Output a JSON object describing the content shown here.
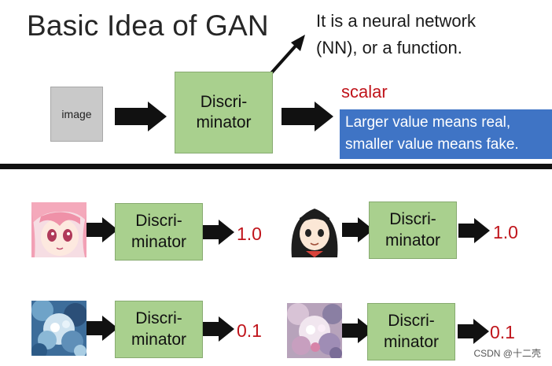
{
  "title": "Basic Idea of GAN",
  "note": [
    "It is a neural network",
    "(NN), or a function."
  ],
  "input_label": "image",
  "discriminator_label": [
    "Discri-",
    "minator"
  ],
  "scalar_label": "scalar",
  "explanation": [
    "Larger value means real,",
    "smaller value means fake."
  ],
  "examples": [
    {
      "image": "real-anime-face-pink-hair",
      "score": "1.0"
    },
    {
      "image": "real-anime-face-black-hair",
      "score": "1.0"
    },
    {
      "image": "generated-blurry-face-blue",
      "score": "0.1"
    },
    {
      "image": "generated-blurry-face-pink",
      "score": "0.1"
    }
  ],
  "colors": {
    "discriminator": "#a9d08e",
    "explanation_box": "#3f74c5",
    "score": "#c0141b",
    "input_box": "#c9c9c9"
  },
  "watermark": "CSDN @十二壳"
}
